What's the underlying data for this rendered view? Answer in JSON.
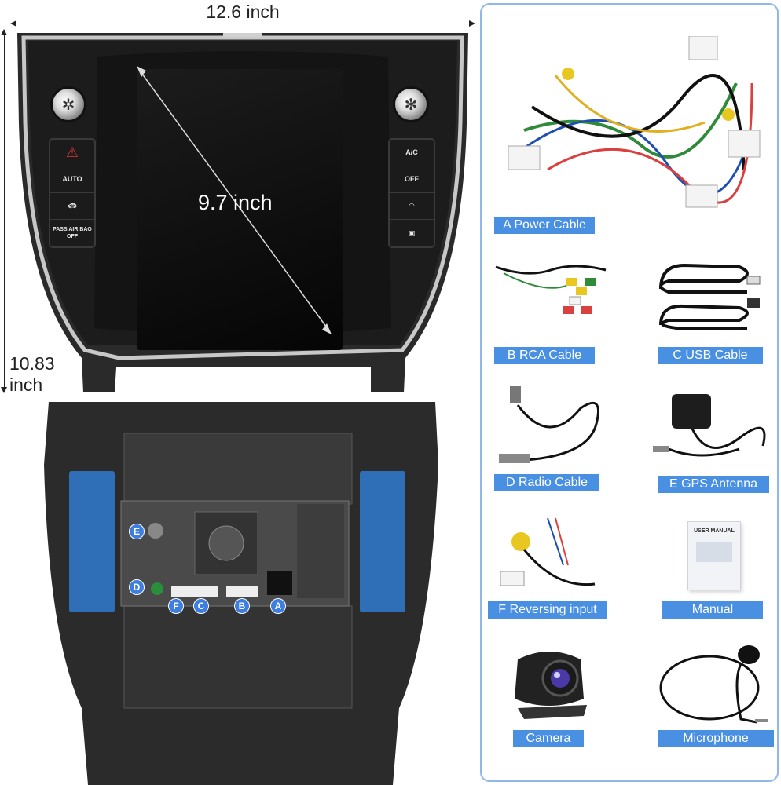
{
  "dimensions": {
    "width_label": "12.6 inch",
    "height_label_line1": "10.83",
    "height_label_line2": "inch",
    "screen_label": "9.7 inch"
  },
  "front_panel": {
    "left_buttons": [
      "AUTO",
      "PASS AIR BAG OFF"
    ],
    "right_buttons": [
      "A/C",
      "OFF"
    ]
  },
  "ports": [
    "E",
    "D",
    "F",
    "C",
    "B",
    "A"
  ],
  "accessories": [
    {
      "id": "A",
      "label": "A Power Cable"
    },
    {
      "id": "B",
      "label": "B RCA Cable"
    },
    {
      "id": "C",
      "label": "C USB Cable"
    },
    {
      "id": "D",
      "label": "D Radio Cable"
    },
    {
      "id": "E",
      "label": "E GPS Antenna"
    },
    {
      "id": "F",
      "label": "F Reversing input"
    },
    {
      "id": "manual",
      "label": "Manual",
      "manual_title": "USER MANUAL"
    },
    {
      "id": "camera",
      "label": "Camera"
    },
    {
      "id": "microphone",
      "label": "Microphone"
    }
  ],
  "colors": {
    "accent": "#4a90e2",
    "panel_border": "#8fb8e8"
  }
}
